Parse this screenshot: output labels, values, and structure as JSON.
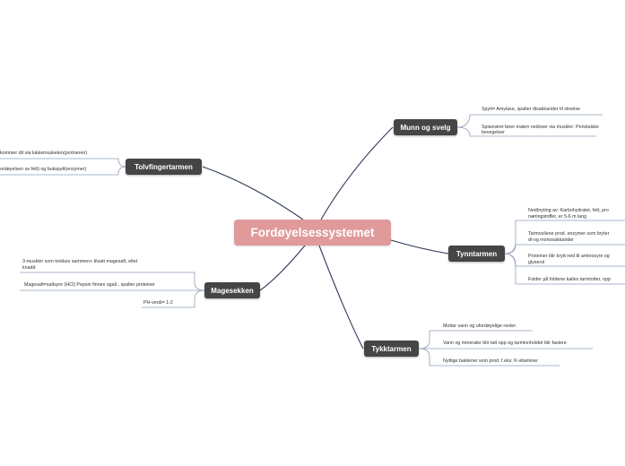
{
  "center": "Fordøyelsessystemet",
  "topics": {
    "munn": "Munn og svelg",
    "tolv": "Tolvfingertarmen",
    "tynn": "Tynntarmen",
    "mage": "Magesekken",
    "tykk": "Tykktarmen"
  },
  "munn_leaves": [
    "Spytt= Amylase, spalter disakkarider til stivelse",
    "Spiserøret fører maten nedover via muskler: Peristalske",
    "bevegelser"
  ],
  "tolv_leaves": [
    "kommer dit via lukkemuskelen(portneren)",
    "ordøyelsen av fett) og bukspytt(enzymer)"
  ],
  "tynn_leaves": [
    "Nedbryting av: Karbohydrater, fett, pro",
    "næringstoffer, er 5-6 m lang",
    "Tarmcellene prod. enzymer som bryter",
    "di-og monosakkarider",
    "Proteiner blir brytt ned til aminosyre og",
    "glyserol",
    "Folder på foldene kalles tarmtotter, opp"
  ],
  "mage_leaves": [
    "3-muskler som  trekkes sammen+ tilsatt magesaft, eltet",
    "knadd",
    "Magesaft=saltsyre (HCl) Pepsin finnes også , spalter proteiner",
    "PH-verdi= 1-2"
  ],
  "tykk_leaves": [
    "Mottar vann og ufordøyelige rester.",
    "Vann og mineraler blir tatt opp og tarminnholdet blir fastere",
    "Nyttige bakterier som prod. f.eks: K-vitaminer"
  ]
}
